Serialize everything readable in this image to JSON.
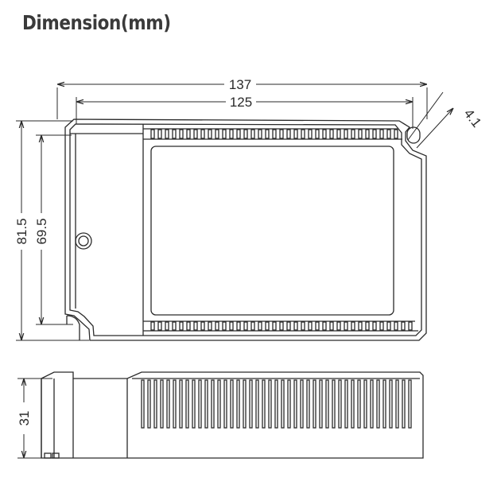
{
  "title": "Dimension(mm)",
  "dimensions": {
    "overall_length": "137",
    "hole_spacing_length": "125",
    "hole_diameter": "4.1",
    "overall_width": "81.5",
    "hole_spacing_width": "69.5",
    "height": "31"
  },
  "colors": {
    "line": "#2a2a2a",
    "title": "#3a3a3a"
  }
}
